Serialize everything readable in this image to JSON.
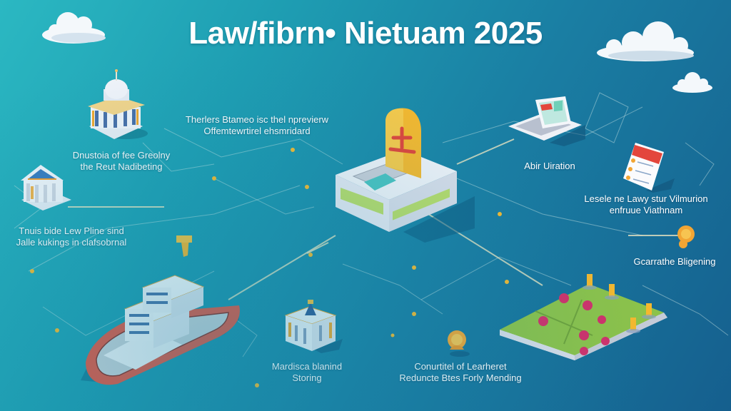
{
  "title": "Law/fibrn• Nietuam 2025",
  "colors": {
    "background_top_left": "#2bb8c2",
    "background_bottom_right": "#155f8e",
    "accent_yellow": "#f5b82e",
    "accent_red": "#e0503f",
    "grass_green": "#8cc24a",
    "network_line": "#d9e8d0"
  },
  "labels": [
    {
      "id": "top-center",
      "lines": [
        "Therlers Btameo isc thel nprevierw",
        "Offemtewrtirel ehsmridard"
      ]
    },
    {
      "id": "upper-left",
      "lines": [
        "Dnustoia of fee Greolny",
        "the Reut Nadibeting"
      ]
    },
    {
      "id": "mid-left",
      "lines": [
        "Tnuis bide Lew Pline sind",
        "Jalle kukings in clafsobrnal"
      ]
    },
    {
      "id": "laptop",
      "lines": [
        "Abir Uiration"
      ]
    },
    {
      "id": "document",
      "lines": [
        "Lesele ne Lawy stur Vilmurion",
        "enfruue Viathnam"
      ]
    },
    {
      "id": "coin",
      "lines": [
        "Gcarrathe Bligening"
      ]
    },
    {
      "id": "small-building",
      "lines": [
        "Mardisca blanind",
        "Storing"
      ]
    },
    {
      "id": "bottom-center",
      "lines": [
        "Conurtitel of Learheret",
        "Reduncte Btes Forly Mending"
      ]
    }
  ],
  "icons": [
    "capitol-building-icon",
    "courthouse-icon",
    "ship-icon",
    "central-ballot-box-icon",
    "laptop-icon",
    "document-icon",
    "coin-icon",
    "small-temple-icon",
    "coin-small-icon",
    "land-map-icon",
    "cloud-icon"
  ]
}
